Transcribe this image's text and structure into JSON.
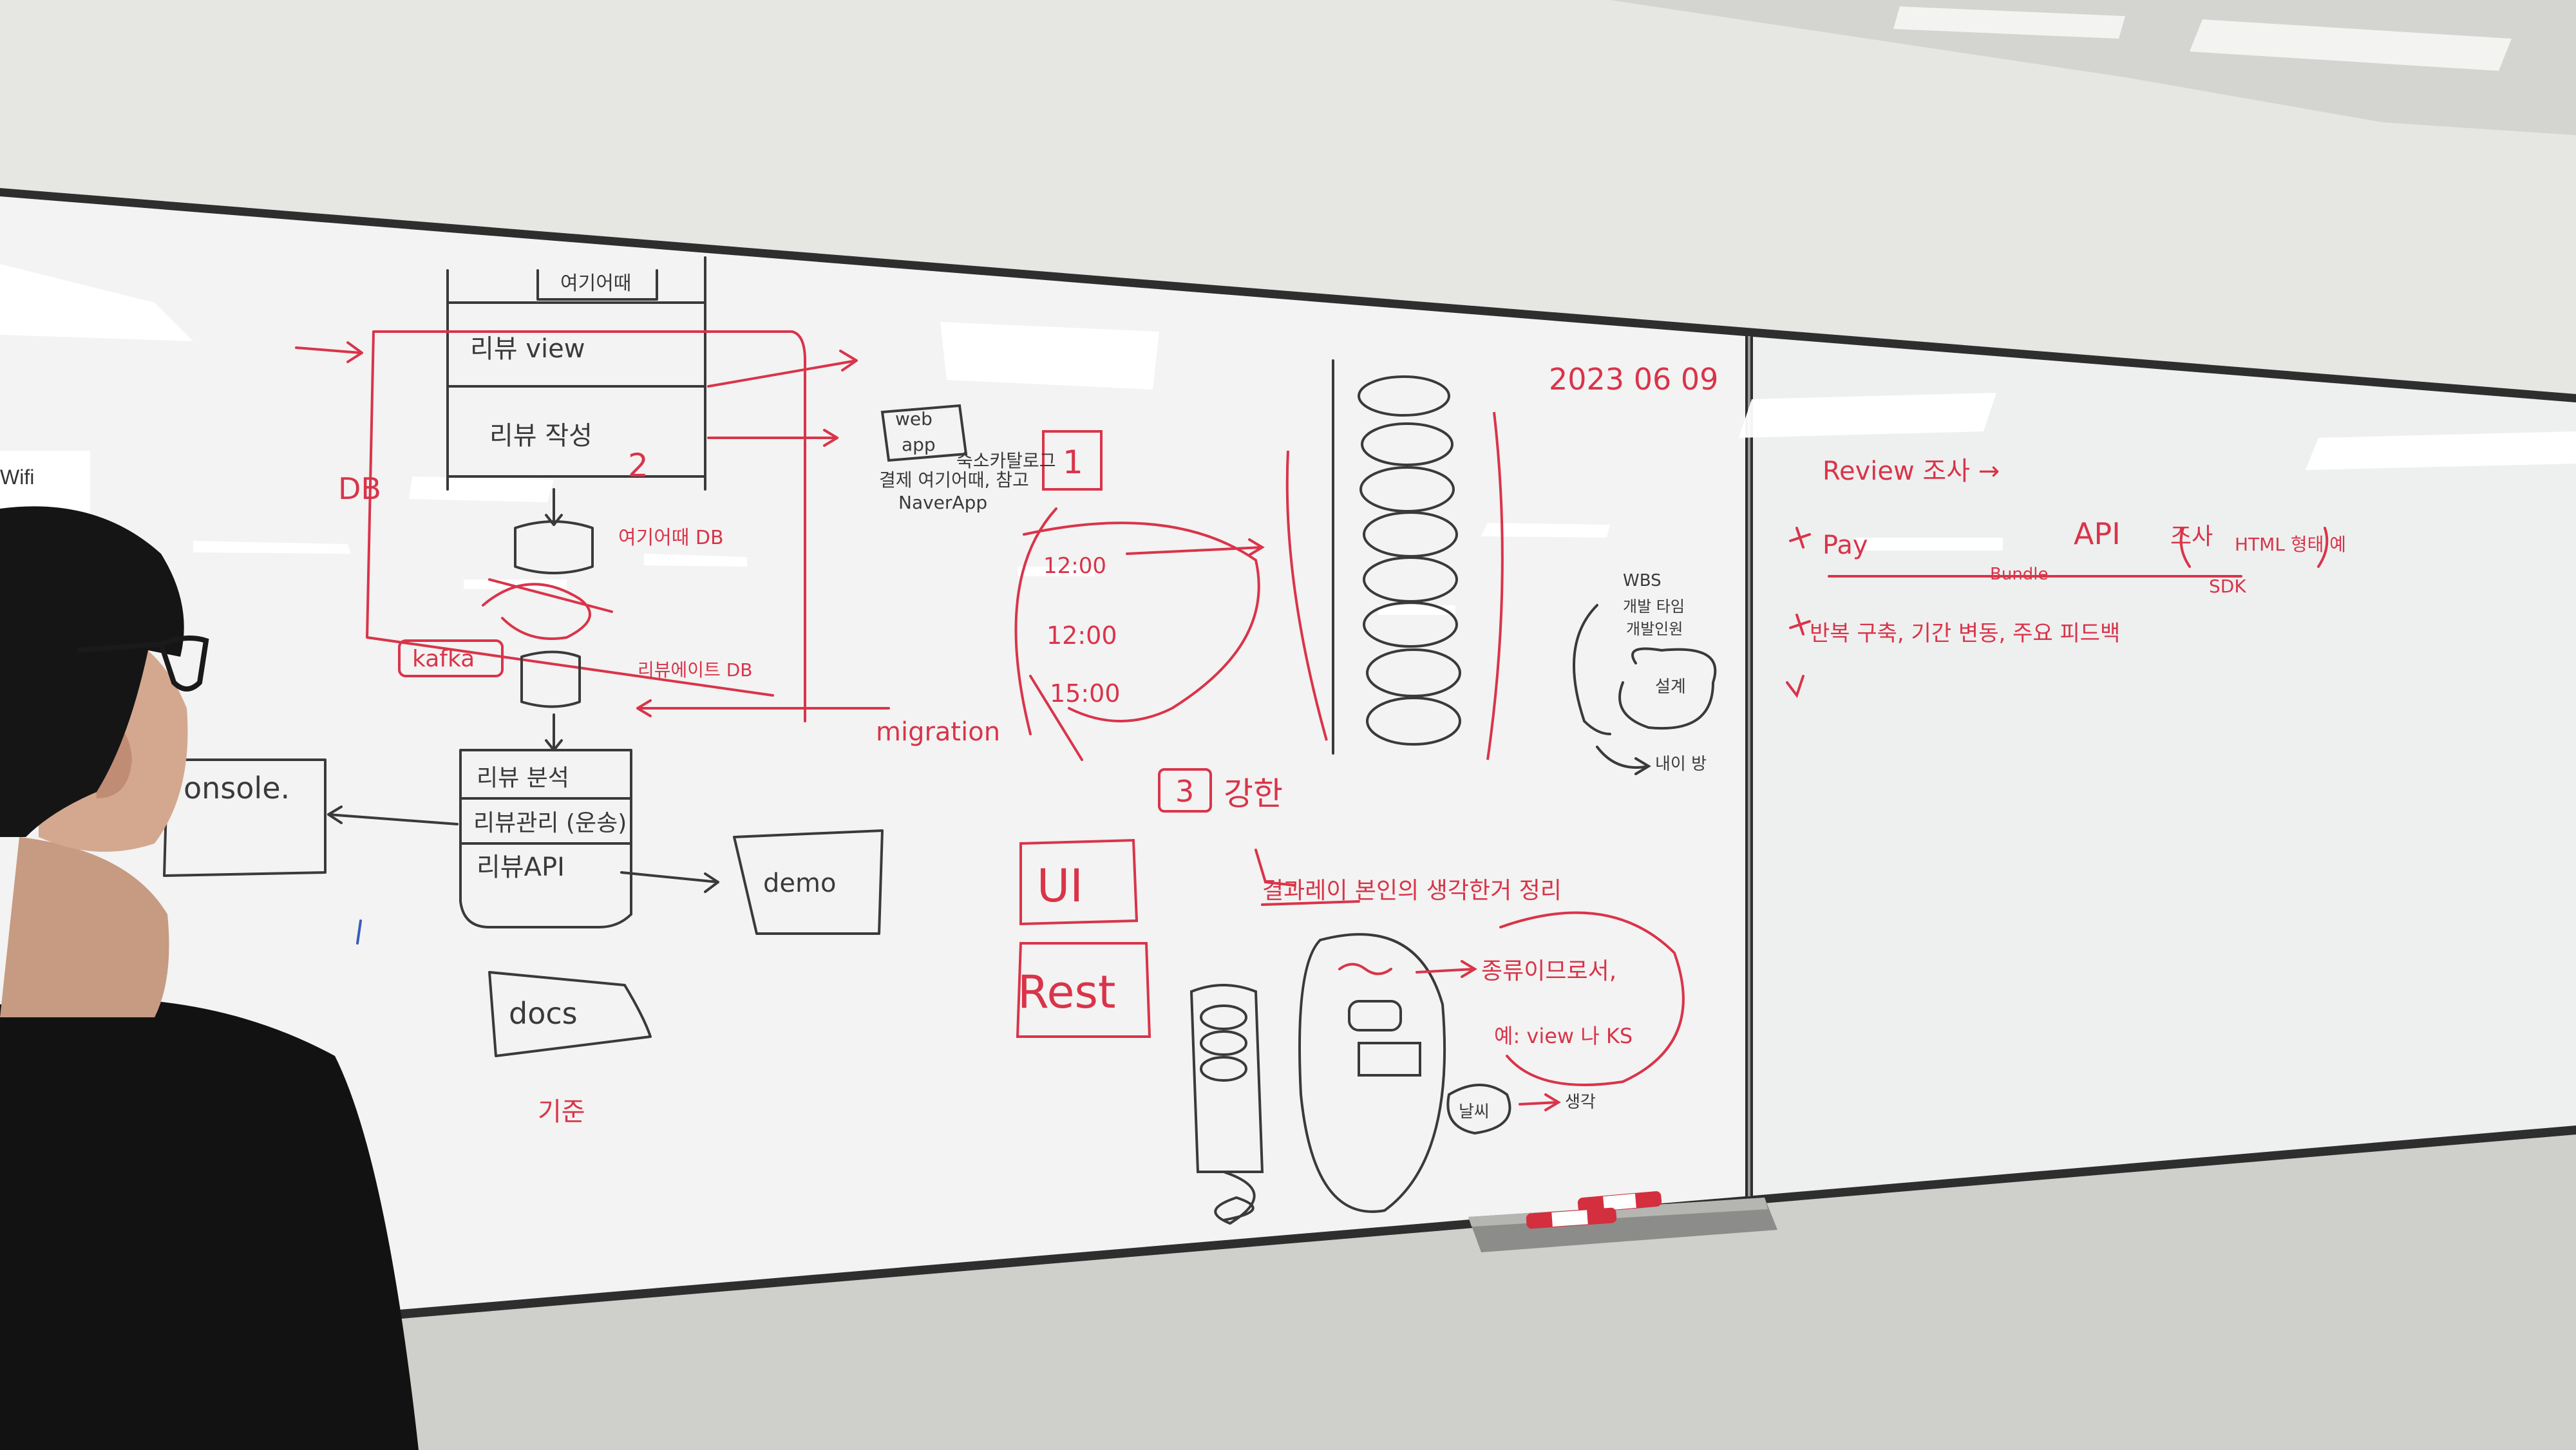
{
  "scene": {
    "wall_color": "#e4e4e1",
    "board_color": "#f3f4f3",
    "frame_color": "#2e2e2e",
    "red_ink": "#d9344a",
    "black_ink": "#3a3a3a",
    "blue_ink": "#3a5bbf",
    "marker_colors": [
      "#d32f3f",
      "#ffffff"
    ]
  },
  "wall_sign": {
    "text": "Wifi"
  },
  "board": {
    "date": "2023 06 09",
    "left_system": {
      "top_box_title": "여기어때",
      "review_view": "리뷰 view",
      "review_write": "리뷰 작성",
      "marker_2": "2",
      "db_label_red": "DB",
      "db_yeogi": "여기어때 DB",
      "kafka": "kafka",
      "review_db": "리뷰에이트 DB",
      "review_analysis": "리뷰 분석",
      "review_manage": "리뷰관리 (운송)",
      "review_api": "리뷰API",
      "console": "onsole.",
      "demo": "demo",
      "docs": "docs",
      "criteria": "기준",
      "migration": "migration"
    },
    "webapp": {
      "label_web": "web",
      "label_app": "app",
      "marker_1": "1",
      "note_line1": "숙소카탈로그",
      "note_line2": "결제 여기어때, 참고",
      "note_line3": "NaverApp"
    },
    "schedule": {
      "times": [
        "12:00",
        "12:00",
        "15:00"
      ]
    },
    "wbs": {
      "title": "WBS",
      "line2": "개발 타임",
      "line3": "개발인원",
      "blob": "설계",
      "arrow_label": "내이 방"
    },
    "right_section": {
      "marker_3": "3",
      "heading": "강한",
      "note": "결과레이 본인의 생각한거 정리",
      "item_1": "UI",
      "item_2": "Rest",
      "note_2": "종류이므로서,",
      "note_3": "예: view 나 KS",
      "flow_1": "날씨",
      "flow_2": "생각"
    },
    "right_panel": {
      "line1": "Review 조사 →",
      "line2_prefix": "Pay",
      "line2_mid": "API",
      "line2_suffix": "조사",
      "line2_html": "HTML 형태 예",
      "line2_sub1": "Bundle",
      "line2_sub2": "SDK",
      "line3": "반복 구축, 기간 변동, 주요 피드백"
    }
  }
}
